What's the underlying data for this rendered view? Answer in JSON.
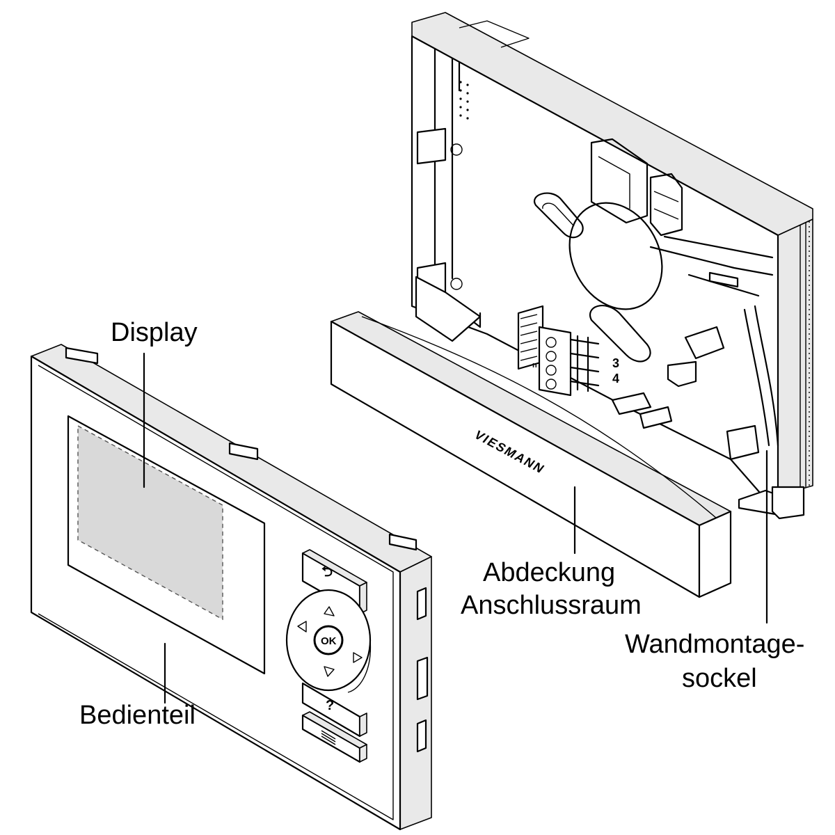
{
  "labels": {
    "display": "Display",
    "bedienteil": "Bedienteil",
    "abdeckung_line1": "Abdeckung",
    "abdeckung_line2": "Anschlussraum",
    "wandmontage_line1": "Wandmontage-",
    "wandmontage_line2": "sockel"
  },
  "device": {
    "ok_label": "OK",
    "help_label": "?",
    "back_symbol": "⮌",
    "brand_text": "VIESMANN",
    "terminal_numbers": [
      "3",
      "4"
    ],
    "terminal_marker": "n"
  },
  "icons": {
    "up": "arrow-up-icon",
    "down": "arrow-down-icon",
    "left": "arrow-left-icon",
    "right": "arrow-right-icon",
    "back": "back-icon",
    "menu": "menu-icon"
  }
}
